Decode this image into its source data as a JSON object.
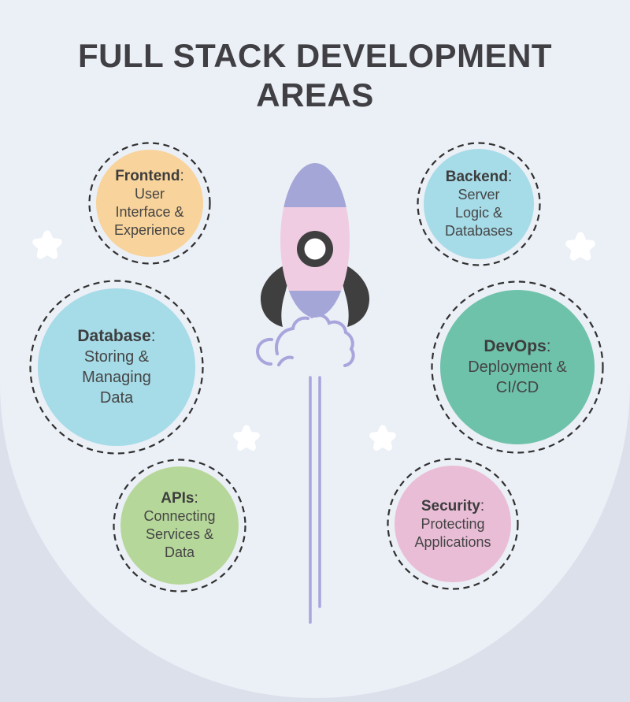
{
  "title": {
    "line1": "FULL STACK DEVELOPMENT",
    "line2": "AREAS"
  },
  "punct": {
    "colon": ":"
  },
  "bubbles": [
    {
      "label": "Frontend",
      "lines": [
        "User",
        "Interface &",
        "Experience"
      ],
      "color": "#F8D39B"
    },
    {
      "label": "Backend",
      "lines": [
        "Server",
        "Logic &",
        "Databases"
      ],
      "color": "#A6DBE8"
    },
    {
      "label": "Database",
      "lines": [
        "Storing &",
        "Managing",
        "Data"
      ],
      "color": "#A6DBE8"
    },
    {
      "label": "DevOps",
      "lines": [
        "Deployment &",
        "CI/CD"
      ],
      "color": "#6FC2AA"
    },
    {
      "label": "APIs",
      "lines": [
        "Connecting",
        "Services &",
        "Data"
      ],
      "color": "#B6D79A"
    },
    {
      "label": "Security",
      "lines": [
        "Protecting",
        "Applications"
      ],
      "color": "#E9BDD6"
    }
  ],
  "ring_color": "#303030",
  "rocket": {
    "purple": "#A5A6D8",
    "pink": "#F0CCE2",
    "dark": "#3F3F3F",
    "window": "#FFFFFF",
    "cloud": "#A9A5DC"
  },
  "background": {
    "outer": "#DBE0EB",
    "arch": "#EBEFF6",
    "star": "#FFFFFF"
  }
}
